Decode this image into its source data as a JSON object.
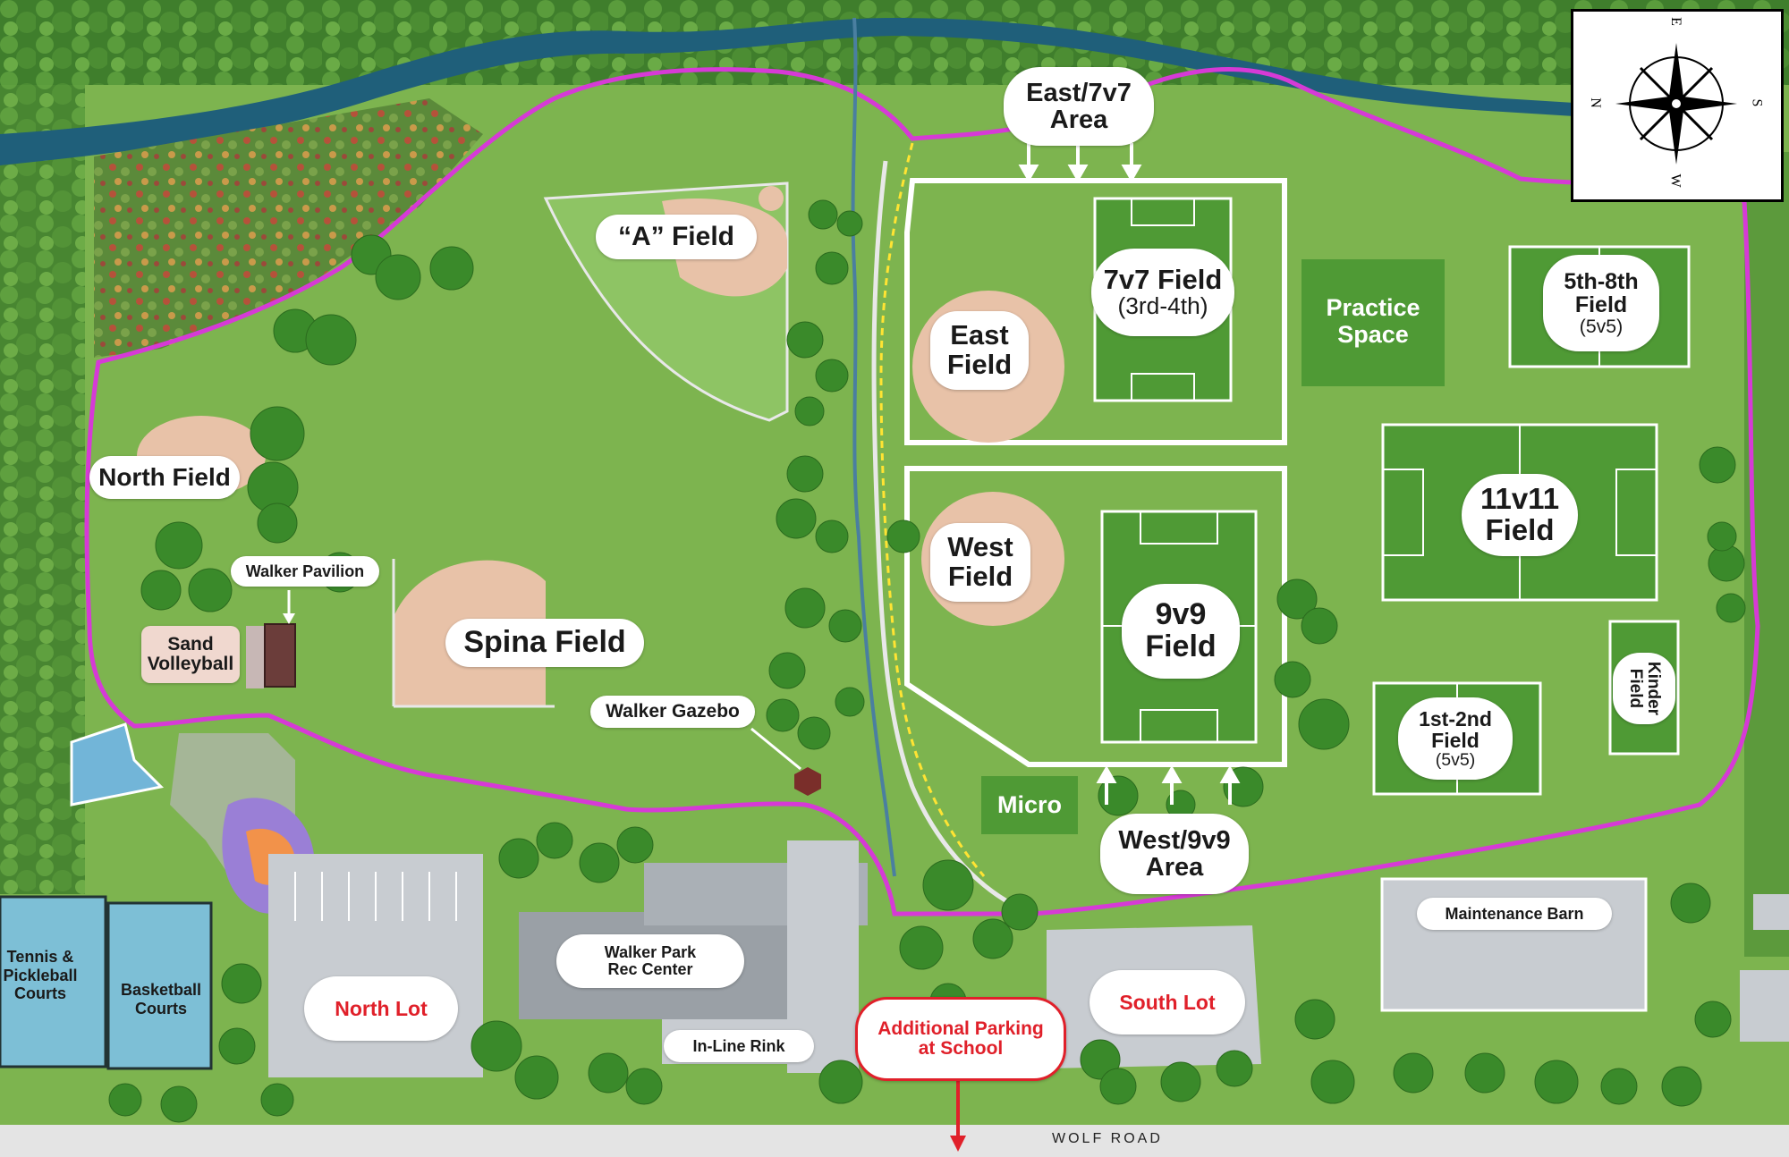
{
  "labels": {
    "east_area": "East/7v7 Area",
    "east_area_l1": "East/7v7",
    "east_area_l2": "Area",
    "a_field": "“A” Field",
    "east_field_l1": "East",
    "east_field_l2": "Field",
    "field_7v7_l1": "7v7 Field",
    "field_7v7_l2": "(3rd-4th)",
    "practice_l1": "Practice",
    "practice_l2": "Space",
    "field_58_l1": "5th-8th",
    "field_58_l2": "Field",
    "field_58_l3": "(5v5)",
    "north_field": "North Field",
    "walker_pavilion": "Walker Pavilion",
    "sand_l1": "Sand",
    "sand_l2": "Volleyball",
    "spina_field": "Spina Field",
    "west_field_l1": "West",
    "west_field_l2": "Field",
    "field_9v9_l1": "9v9",
    "field_9v9_l2": "Field",
    "field_11v11_l1": "11v11",
    "field_11v11_l2": "Field",
    "kinder_l1": "Kinder",
    "kinder_l2": "Field",
    "field_12_l1": "1st-2nd",
    "field_12_l2": "Field",
    "field_12_l3": "(5v5)",
    "walker_gazebo": "Walker Gazebo",
    "micro": "Micro",
    "west_area_l1": "West/9v9",
    "west_area_l2": "Area",
    "maintenance_barn": "Maintenance Barn",
    "tennis_l1": "Tennis &",
    "tennis_l2": "Pickleball",
    "tennis_l3": "Courts",
    "basketball_l1": "Basketball",
    "basketball_l2": "Courts",
    "rec_center_l1": "Walker Park",
    "rec_center_l2": "Rec Center",
    "north_lot": "North Lot",
    "south_lot": "South Lot",
    "inline_rink": "In-Line Rink",
    "additional_l1": "Additional Parking",
    "additional_l2": "at School",
    "wolf_road": "WOLF ROAD"
  },
  "compass": {
    "n": "N",
    "e": "E",
    "s": "S",
    "w": "W"
  },
  "colors": {
    "grass": "#7db44f",
    "field_green": "#4f9a35",
    "trail": "#d63ad6",
    "river": "#1f5f7a",
    "infield": "#e8c2a8",
    "accent_red": "#e0202a"
  }
}
